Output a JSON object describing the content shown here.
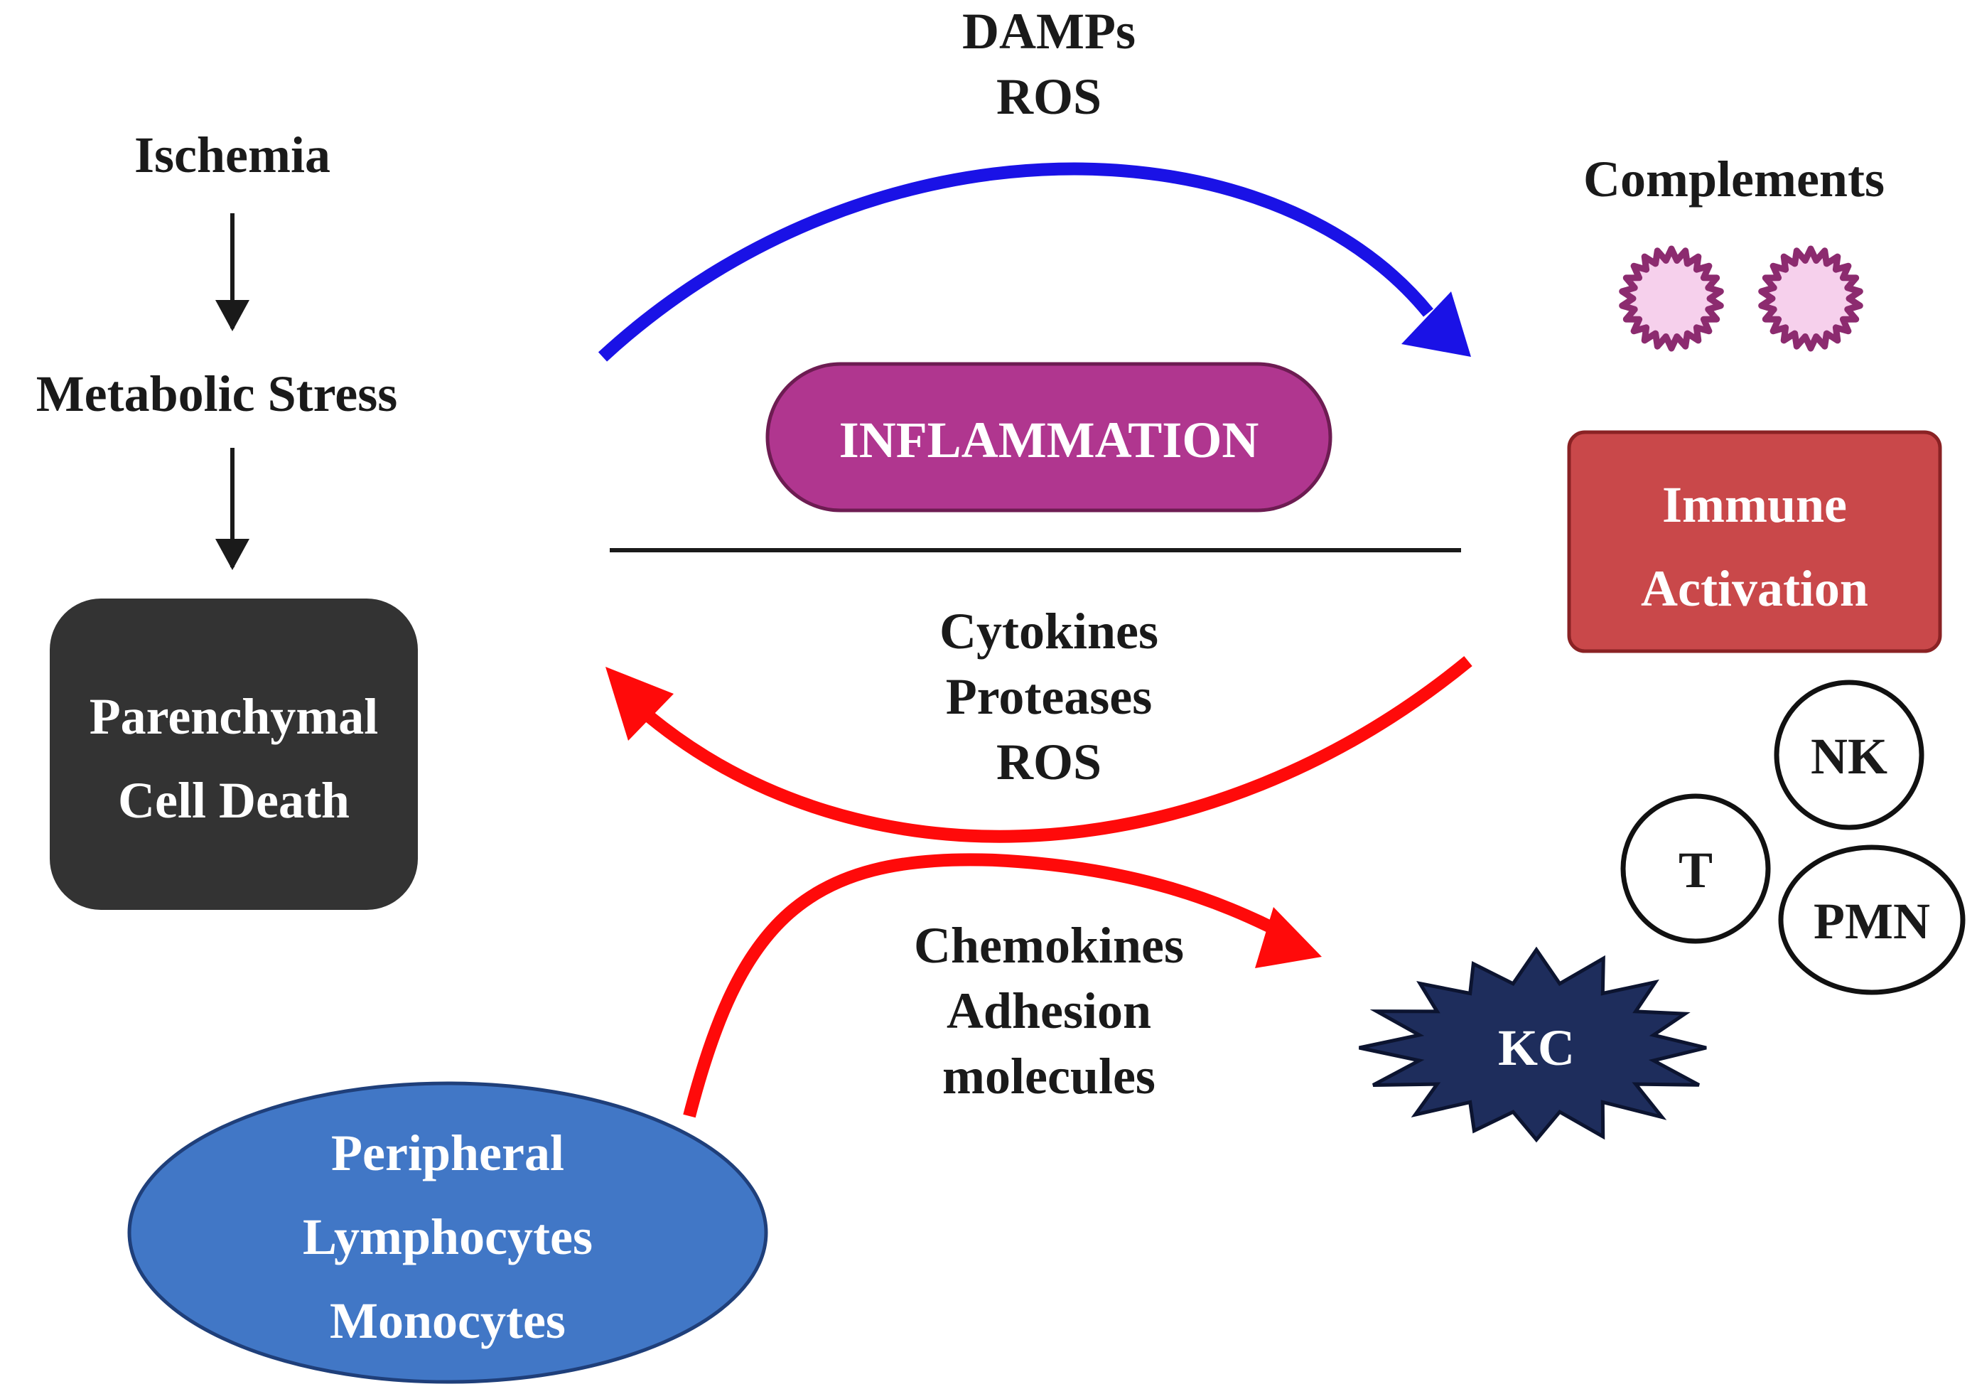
{
  "diagram": {
    "left": {
      "ischemia": "Ischemia",
      "metabolic_stress": "Metabolic Stress",
      "cell_death_line1": "Parenchymal",
      "cell_death_line2": "Cell Death"
    },
    "top_arrow": {
      "line1": "DAMPs",
      "line2": "ROS"
    },
    "center": {
      "inflammation": "INFLAMMATION"
    },
    "middle_arrow": {
      "line1": "Cytokines",
      "line2": "Proteases",
      "line3": "ROS"
    },
    "bottom_arrow": {
      "line1": "Chemokines",
      "line2": "Adhesion",
      "line3": "molecules"
    },
    "right": {
      "complements": "Complements",
      "immune_line1": "Immune",
      "immune_line2": "Activation",
      "cells": {
        "nk": "NK",
        "t": "T",
        "pmn": "PMN",
        "kc": "KC"
      }
    },
    "bottom_left": {
      "line1": "Peripheral",
      "line2": "Lymphocytes",
      "line3": "Monocytes"
    },
    "colors": {
      "text": "#1a1a1a",
      "blue_arrow": "#1a12e6",
      "red_arrow": "#ff0a0a",
      "inflammation_fill": "#b0368f",
      "immune_fill": "#c9484a",
      "cell_death_fill": "#333333",
      "lymphocytes_fill": "#4177c6",
      "kc_fill": "#1e2d5c",
      "complement_fill": "#f6d0ec",
      "complement_stroke": "#8c2b6f"
    },
    "icons": [
      "complement-icon",
      "kc-star-icon",
      "down-arrow-icon"
    ]
  }
}
